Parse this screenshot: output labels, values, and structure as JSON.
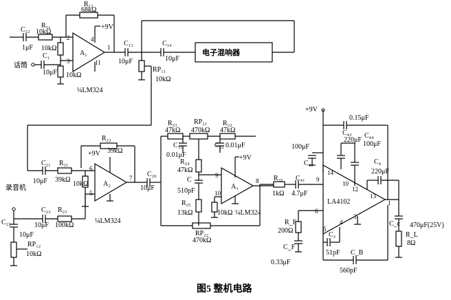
{
  "caption": "图5  整机电路",
  "labels": {
    "r12": "R₁₂",
    "r12v": "68kΩ",
    "plus9_top": "+9V",
    "c32": "C₃₂",
    "c32v": "1μF",
    "r31": "R₃₁",
    "r31v": "10kΩ",
    "bias_r": "10kΩ",
    "c1": "C₁",
    "c1v": "10μF",
    "mic": "话筒",
    "bias_r2": "10kΩ",
    "a1": "A₁",
    "lm324_1": "¼LM324",
    "c13": "C₁₃",
    "c13v": "10μF",
    "c14": "C₁₄",
    "c14v": "10μF",
    "mixer": "电子混响器",
    "rp11": "RP₁₁",
    "rp11v": "10kΩ",
    "r22": "R₂₂",
    "r22v": "39kΩ",
    "plus9_a2": "+9V",
    "c21": "C₂₁",
    "c21v": "10μF",
    "r21": "R₂₁",
    "r21v": "39kΩ",
    "a2": "A₂",
    "bias_a2": "10kΩ",
    "c20": "C₂₀",
    "c20v": "10μF",
    "rec": "录音机",
    "c22": "C₂₂",
    "c22v": "10μF",
    "c23": "C₂₃",
    "c23v": "10μF",
    "r23": "R₂₃",
    "r23v": "100kΩ",
    "rp12": "RP₁₂",
    "rp12v": "10kΩ",
    "lm324_2": "¼LM324",
    "r33": "R₃₃",
    "r33v": "47kΩ",
    "rp21": "RP₂₁",
    "rp21v": "470kΩ",
    "r32": "R₃₂",
    "r32v": "47kΩ",
    "c31": "C₃₁",
    "c31v": "0.01μF",
    "c32b": "C₃₂",
    "c32bv": "0.01μF",
    "plus9_a3": "+9V",
    "r24": "R₂₄",
    "r24v": "47kΩ",
    "c": "C",
    "cv": "510pF",
    "r25": "R₂₅",
    "r25v": "13kΩ",
    "bias_a3": "10kΩ",
    "a3": "A₃",
    "lm324_3": "¼LM324",
    "rp22": "RP₂₂",
    "rp22v": "470kΩ",
    "r35": "R₃₅",
    "r35v": "1kΩ",
    "c41": "C₄₁",
    "c41v": "4.7μF",
    "plus9_la": "+9V",
    "c015": "0.15μF",
    "c42v": "100μF",
    "c42": "C₄₂",
    "c43": "C₄₃",
    "c43v": "220μF",
    "c44": "C₄₄",
    "c44v": "100μF",
    "c4f": "C₄",
    "c4fv": "220μF",
    "la": "LA4102",
    "rf": "R_F",
    "rfv": "200Ω",
    "cf": "C_F",
    "cfv": "0.33μF",
    "c3": "C₃",
    "c3v": "51pF",
    "cb": "C_B",
    "cbv": "560pF",
    "cc": "C_c",
    "ccv": "470μF(25V)",
    "rl": "R_L",
    "rlv": "8Ω"
  },
  "pins": {
    "a1_2": "2",
    "a1_3": "3",
    "a1_1": "1",
    "a1_4": "4",
    "a1_11": "11",
    "a2_6": "6",
    "a2_5": "5",
    "a2_7": "7",
    "a3_9": "9",
    "a3_10": "10",
    "a3_8": "8",
    "la_14": "14",
    "la_10": "10",
    "la_12": "12",
    "la_9": "9",
    "la_13": "13",
    "la_6": "6",
    "la_5": "5",
    "la_4": "4",
    "la_3": "3",
    "la_1": "1"
  }
}
